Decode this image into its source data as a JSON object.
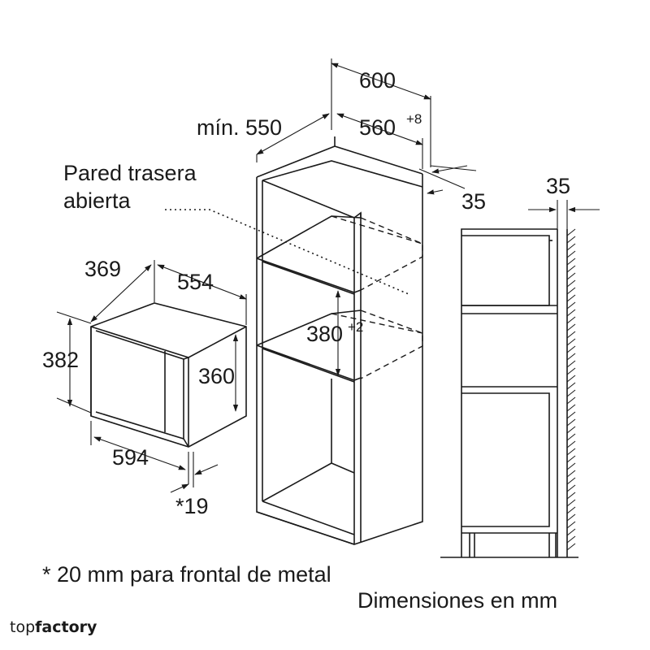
{
  "dimensions": {
    "oven_width": "600",
    "min_depth": "mín. 550",
    "niche_width": "560",
    "niche_width_tol": "+8",
    "back_gap": "35",
    "wall_gap": "35",
    "mw_depth": "369",
    "mw_width_top": "554",
    "mw_height": "382",
    "mw_inner_height": "360",
    "niche_height": "380",
    "niche_height_tol": "+2",
    "mw_front_width": "594",
    "metal_front_offset": "*19"
  },
  "labels": {
    "back_wall_line1": "Pared trasera",
    "back_wall_line2": "abierta"
  },
  "notes": {
    "footnote": "* 20 mm para frontal de metal",
    "units": "Dimensiones en mm"
  },
  "brand": {
    "part1": "top",
    "part2": "factory"
  }
}
